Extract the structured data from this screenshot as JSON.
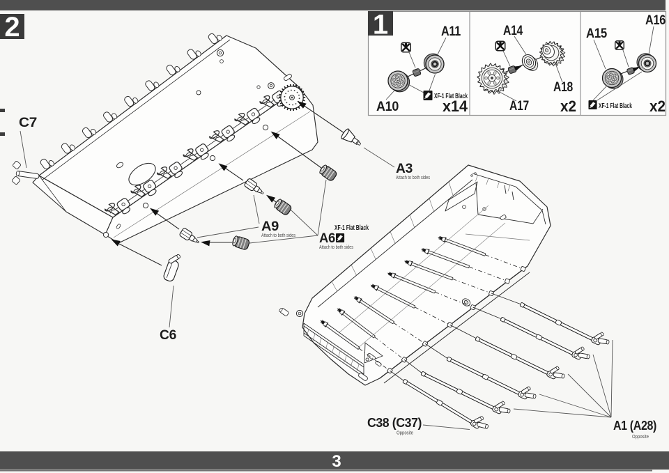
{
  "page": {
    "page_number": "3",
    "step1_number": "1",
    "step2_number": "2",
    "colors": {
      "bar": "#4f4f4f",
      "badge": "#3a3a3a",
      "ink": "#2b2b2b",
      "paper": "#f7f7f5"
    }
  },
  "step1_box": {
    "panel1": {
      "label_top": "A11",
      "label_bottom": "A10",
      "paint": "XF-1 Flat Black",
      "qty": "x14"
    },
    "panel2": {
      "label_top": "A14",
      "label_bottom": "A17",
      "label_right": "A18",
      "qty": "x2"
    },
    "panel3": {
      "label_left": "A15",
      "label_right": "A16",
      "paint": "XF-1 Flat Black",
      "qty": "x2"
    }
  },
  "step2": {
    "c7": "C7",
    "a3": "A3",
    "a3_note": "Attach to both sides",
    "a9": "A9",
    "a9_note": "Attach to both sides",
    "a6": "A6",
    "a6_note": "Attach to both sides",
    "a6_paint": "XF-1 Flat Black",
    "c6": "C6",
    "c38": "C38 (C37)",
    "c38_note": "Opposite",
    "a1": "A1 (A28)",
    "a1_note": "Opposite"
  }
}
